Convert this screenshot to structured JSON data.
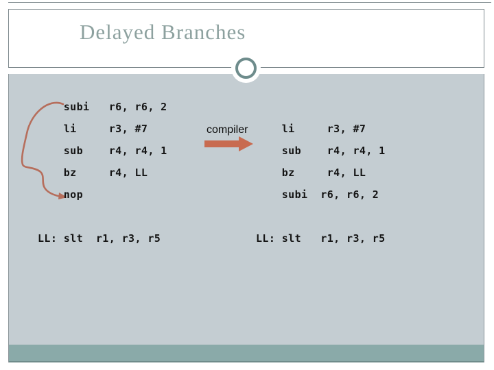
{
  "title": "Delayed Branches",
  "compiler": {
    "label": "compiler"
  },
  "code_before": {
    "lines": [
      "    subi   r6, r6, 2",
      "    li     r3, #7",
      "    sub    r4, r4, 1",
      "    bz     r4, LL",
      "    nop",
      "",
      "LL: slt  r1, r3, r5"
    ]
  },
  "code_after": {
    "lines": [
      "    li     r3, #7",
      "    sub    r4, r4, 1",
      "    bz     r4, LL",
      "    subi  r6, r6, 2",
      "",
      "LL: slt   r1, r3, r5"
    ]
  },
  "colors": {
    "body_bg": "#c4cdd2",
    "footer_band": "#8aaaa9",
    "title_text": "#8da19f",
    "ring": "#6e8c8c",
    "compiler_arrow": "#c86b50",
    "curve_arrow": "#b66e5c"
  }
}
